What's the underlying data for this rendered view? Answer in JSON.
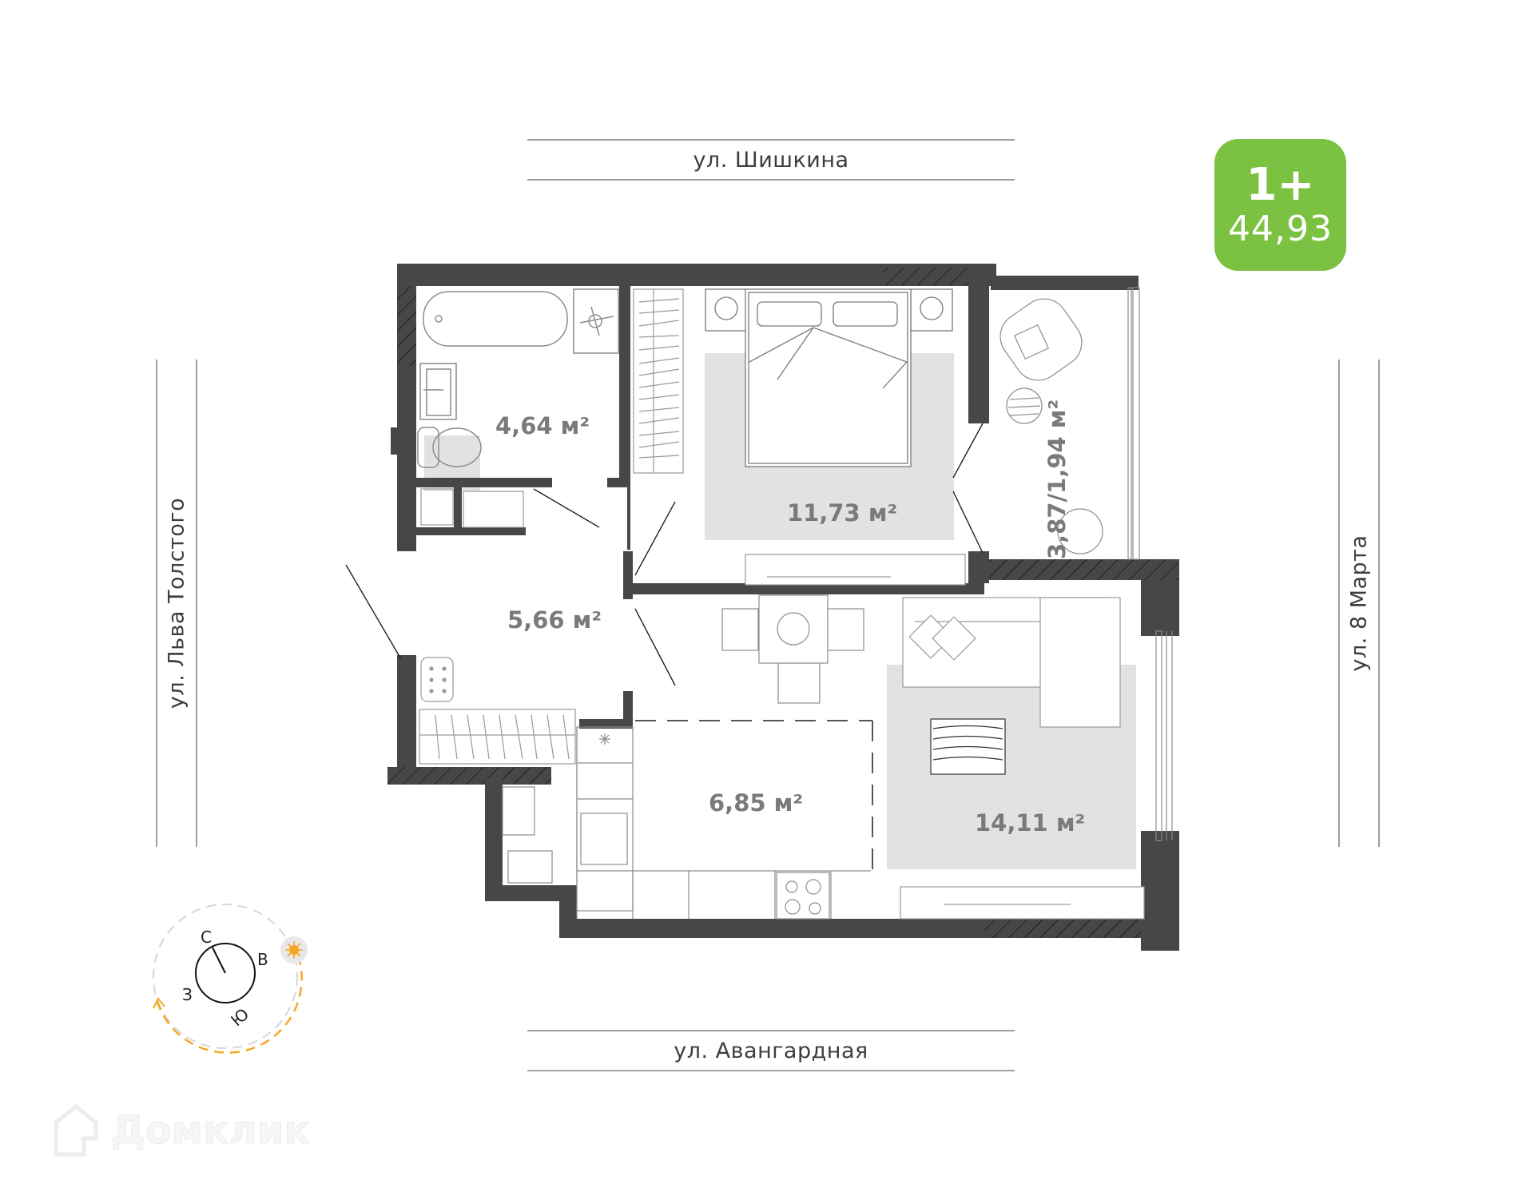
{
  "badge": {
    "rooms": "1+",
    "total_area": "44,93",
    "color": "#7cc242"
  },
  "streets": {
    "top": "ул. Шишкина",
    "bottom": "ул. Авангардная",
    "left": "ул. Льва Толстого",
    "right": "ул. 8 Марта"
  },
  "rooms": [
    {
      "id": "bathroom",
      "area": "4,64 м²"
    },
    {
      "id": "bedroom",
      "area": "11,73 м²"
    },
    {
      "id": "balcony",
      "area": "3,87/1,94 м²"
    },
    {
      "id": "hallway",
      "area": "5,66 м²"
    },
    {
      "id": "kitchen",
      "area": "6,85 м²"
    },
    {
      "id": "living-room",
      "area": "14,11 м²"
    }
  ],
  "compass": {
    "north": "С",
    "east": "В",
    "south": "Ю",
    "west": "З",
    "sun_color": "#f5a623"
  },
  "colors": {
    "wall": "#474749",
    "rug": "#e2e2e2",
    "line": "#8c8c8c",
    "area_text": "#7a7a7a"
  },
  "watermark": {
    "text": "Домклик"
  }
}
